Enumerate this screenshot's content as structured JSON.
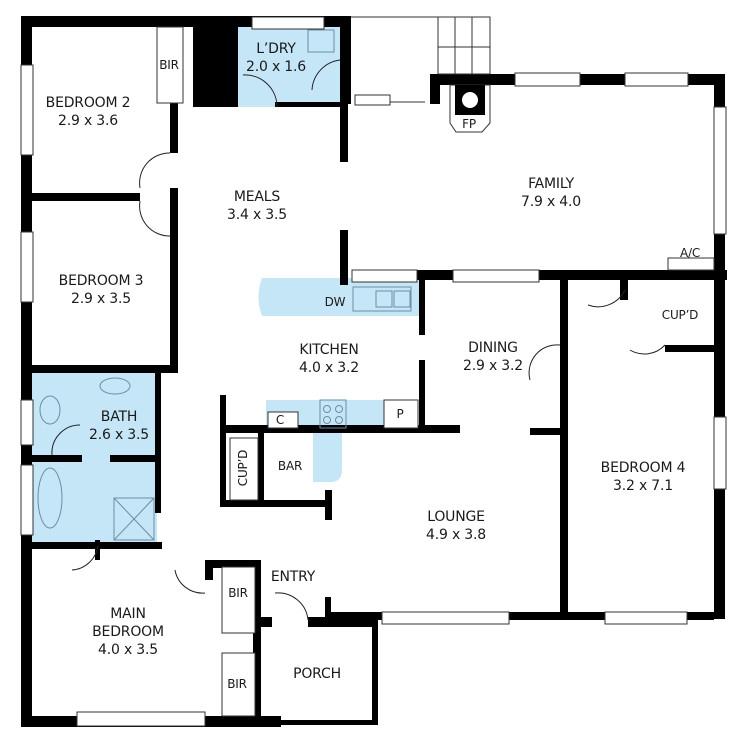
{
  "plan": {
    "colors": {
      "wall": "#000000",
      "wet_area": "#c5e6f7",
      "fixture_line": "#6a8ea3",
      "background": "#ffffff"
    },
    "rooms": [
      {
        "id": "bedroom2",
        "name": "BEDROOM 2",
        "dims": "2.9 x 3.6"
      },
      {
        "id": "bedroom3",
        "name": "BEDROOM 3",
        "dims": "2.9 x 3.5"
      },
      {
        "id": "laundry",
        "name": "L’DRY",
        "dims": "2.0 x 1.6"
      },
      {
        "id": "meals",
        "name": "MEALS",
        "dims": "3.4 x 3.5"
      },
      {
        "id": "family",
        "name": "FAMILY",
        "dims": "7.9 x 4.0"
      },
      {
        "id": "kitchen",
        "name": "KITCHEN",
        "dims": "4.0 x 3.2"
      },
      {
        "id": "dining",
        "name": "DINING",
        "dims": "2.9 x 3.2"
      },
      {
        "id": "bath",
        "name": "BATH",
        "dims": "2.6 x 3.5"
      },
      {
        "id": "bedroom4",
        "name": "BEDROOM 4",
        "dims": "3.2 x 7.1"
      },
      {
        "id": "lounge",
        "name": "LOUNGE",
        "dims": "4.9 x 3.8"
      },
      {
        "id": "main_bedroom",
        "name_line1": "MAIN",
        "name_line2": "BEDROOM",
        "dims": "4.0 x 3.5"
      }
    ],
    "labels": {
      "bir_bed2": "BIR",
      "bir_main_1": "BIR",
      "bir_main_2": "BIR",
      "fireplace": "FP",
      "ac": "A/C",
      "cupd_bed4": "CUP’D",
      "cupd_bar": "CUP’D",
      "bar": "BAR",
      "dishwasher": "DW",
      "cooktop_c": "C",
      "pantry": "P",
      "entry": "ENTRY",
      "porch": "PORCH"
    }
  }
}
